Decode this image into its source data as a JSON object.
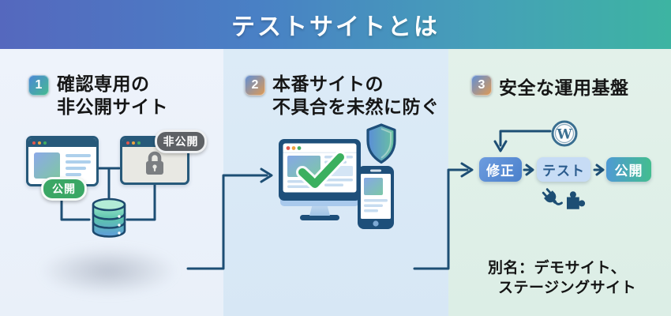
{
  "header": {
    "title": "テストサイトとは"
  },
  "sections": {
    "s1": {
      "number": "1",
      "title_line1": "確認専用の",
      "title_line2": "非公開サイト",
      "public_badge": "公開",
      "private_badge": "非公開"
    },
    "s2": {
      "number": "2",
      "title_line1": "本番サイトの",
      "title_line2": "不具合を未然に防ぐ"
    },
    "s3": {
      "number": "3",
      "title_line1": "安全な運用基盤",
      "flow": {
        "step1": "修正",
        "step2": "テスト",
        "step3": "公開"
      },
      "wordpress_initial": "W",
      "note_line1": "別名：デモサイト、",
      "note_line2": "ステージングサイト"
    }
  },
  "colors": {
    "header_gradient_left": "#5568be",
    "header_gradient_mid": "#4483c6",
    "header_gradient_right": "#3db4a2",
    "line_navy": "#1d4e74",
    "window_frame_teal": "#27597a",
    "public_green": "#3aa765",
    "private_gray": "#5e6165",
    "check_green": "#3bb05f",
    "fix_box_blue": "#5b8cd6",
    "test_box_lightblue": "#c7dcf5",
    "test_text_blue": "#2b5c8e",
    "publish_gradient_start": "#4f9ad4",
    "publish_gradient_end": "#43bd8f",
    "column1_bg": "#edf2fa",
    "column2_bg": "#d9e8f5",
    "column3_bg": "#e0efe9"
  }
}
